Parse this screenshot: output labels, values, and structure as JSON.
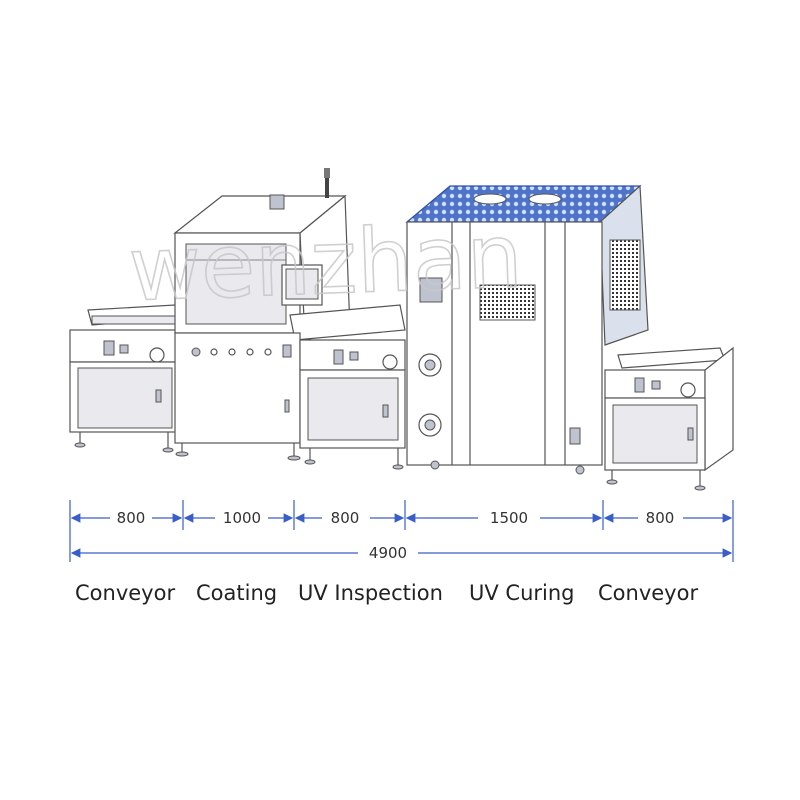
{
  "watermark": "wenzhan",
  "dimensions": {
    "segments": [
      "800",
      "1000",
      "800",
      "1500",
      "800"
    ],
    "total": "4900"
  },
  "modules": [
    "Conveyor",
    "Coating",
    "UV Inspection",
    "UV Curing",
    "Conveyor"
  ],
  "colors": {
    "dimension_line": "#3a5ec8",
    "curing_top": "#4f73c9",
    "curing_side": "#dbe1ec"
  }
}
